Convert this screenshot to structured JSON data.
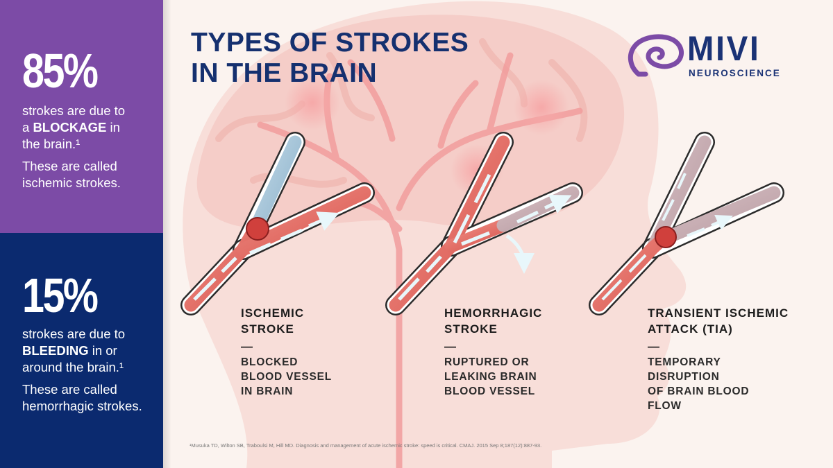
{
  "left_panel": {
    "top": {
      "stat": "85%",
      "line1": "strokes are due to",
      "line2_pre": "a ",
      "line2_bold": "BLOCKAGE",
      "line2_post": " in",
      "line3": "the brain.¹",
      "note": "These are called ischemic strokes."
    },
    "bottom": {
      "stat": "15%",
      "line1": "strokes are due to",
      "line2_bold": "BLEEDING",
      "line2_post": " in or",
      "line3": "around the brain.¹",
      "note": "These are called hemorrhagic strokes."
    },
    "colors": {
      "purple": "#7c4ba6",
      "navy": "#0b2a6f"
    }
  },
  "header": {
    "title_line1": "TYPES OF STROKES",
    "title_line2": "IN THE BRAIN"
  },
  "logo": {
    "name": "MIVI",
    "subtitle": "NEUROSCIENCE",
    "icon": "brain-logo-icon"
  },
  "strokes": [
    {
      "title1": "ISCHEMIC",
      "title2": "STROKE",
      "dash": "—",
      "desc1": "BLOCKED",
      "desc2": "BLOOD VESSEL",
      "desc3": "IN BRAIN"
    },
    {
      "title1": "HEMORRHAGIC",
      "title2": "STROKE",
      "dash": "—",
      "desc1": "RUPTURED OR",
      "desc2": "LEAKING BRAIN",
      "desc3": "BLOOD VESSEL"
    },
    {
      "title1": "TRANSIENT ISCHEMIC",
      "title2": "ATTACK (TIA)",
      "dash": "—",
      "desc1": "TEMPORARY",
      "desc2": "DISRUPTION",
      "desc3": "OF BRAIN BLOOD",
      "desc4": "FLOW"
    }
  ],
  "footnote": "¹Musuka TD, Wilton SB, Traboulsi M, Hill MD. Diagnosis and management of acute ischemic stroke: speed is critical. CMAJ. 2015 Sep 8;187(12):887-93."
}
